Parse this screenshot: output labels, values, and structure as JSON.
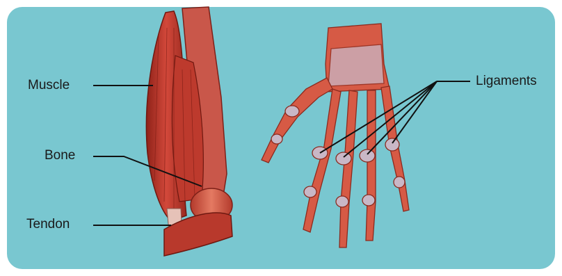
{
  "labels": {
    "muscle": "Muscle",
    "bone": "Bone",
    "tendon": "Tendon",
    "ligaments": "Ligaments"
  },
  "colors": {
    "background_panel": "#79c7d0",
    "border": "#e9ece6",
    "muscle": "#c73a2c",
    "bone": "#d65a45",
    "ligament": "#c9b7c6",
    "line": "#111111"
  }
}
